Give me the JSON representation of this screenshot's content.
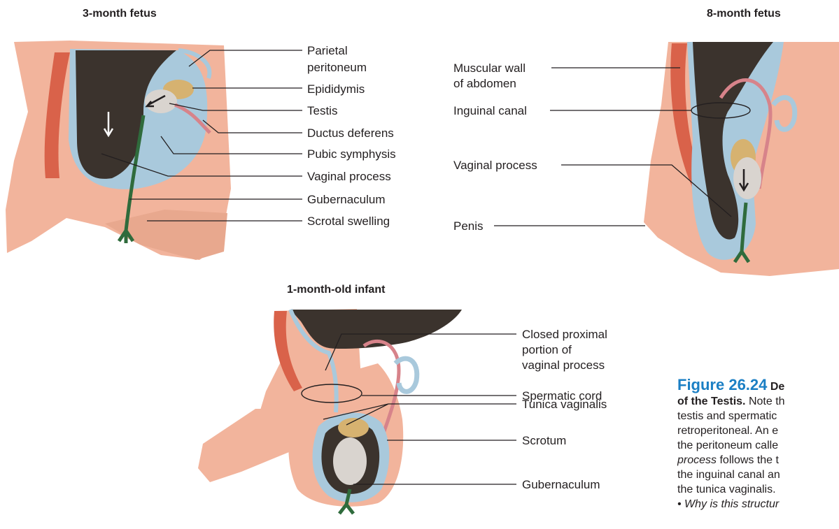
{
  "panels": {
    "fetus3": {
      "title": "3-month fetus",
      "labels": [
        "Parietal",
        "peritoneum",
        "Epididymis",
        "Testis",
        "Ductus deferens",
        "Pubic symphysis",
        "Vaginal process",
        "Gubernaculum",
        "Scrotal swelling"
      ]
    },
    "fetus8": {
      "title": "8-month fetus",
      "labels": [
        "Muscular wall",
        "of abdomen",
        "Inguinal canal",
        "Vaginal process",
        "Penis"
      ]
    },
    "infant": {
      "title": "1-month-old infant",
      "labels": [
        "Closed proximal",
        "portion of",
        "vaginal process",
        "Spermatic cord",
        "Tunica vaginalis",
        "Scrotum",
        "Gubernaculum"
      ]
    }
  },
  "caption": {
    "figure_number": "Figure 26.24",
    "title_part1": "De",
    "title_part2": "of the Testis.",
    "line1_rest": "Note th",
    "line2": "testis and spermatic",
    "line3": "retroperitoneal. An e",
    "line4": "the peritoneum calle",
    "line5_italic": "process",
    "line5_rest": "follows the t",
    "line6": "the inguinal canal an",
    "line7": "the tunica vaginalis.",
    "question": "• Why is this structur"
  },
  "colors": {
    "skin": "#f2b49c",
    "skin_dark": "#e39b80",
    "cavity": "#3b332d",
    "peritoneum": "#a9c9dc",
    "muscle": "#d9624a",
    "gubernaculum": "#2f6b3c",
    "testis": "#d9d4cf",
    "epididymis": "#d6b270",
    "duct": "#d7838a",
    "caption_blue": "#1b7fc4"
  }
}
